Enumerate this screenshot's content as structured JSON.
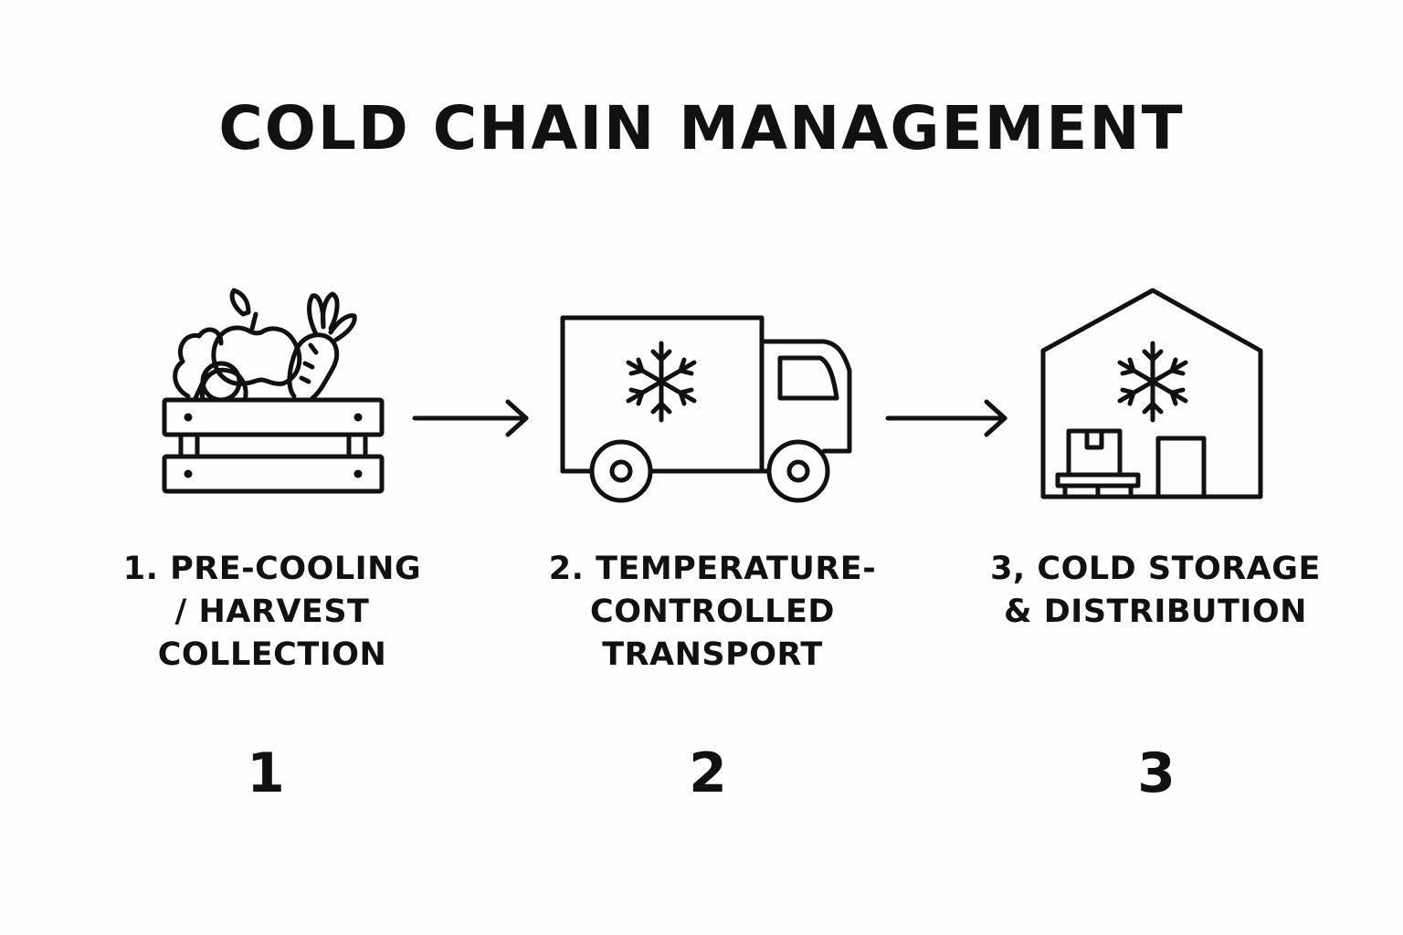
{
  "title": "COLD CHAIN MANAGEMENT",
  "steps": [
    {
      "label": "1. PRE-COOLING\n/ HARVEST\nCOLLECTION",
      "number": "1",
      "icon": "produce-crate-icon"
    },
    {
      "label": "2. TEMPERATURE-\nCONTROLLED\nTRANSPORT",
      "number": "2",
      "icon": "refrigerated-truck-icon"
    },
    {
      "label": "3, COLD STORAGE\n& DISTRIBUTION",
      "number": "3",
      "icon": "cold-warehouse-icon"
    }
  ],
  "colors": {
    "ink": "#111111",
    "background": "#fefefe"
  }
}
